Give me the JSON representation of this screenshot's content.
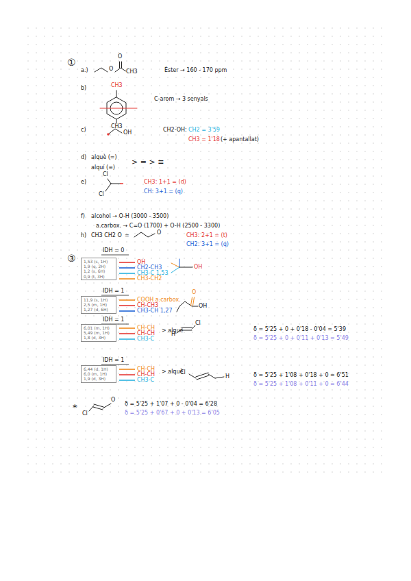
{
  "diagram": {
    "nodes": [
      {
        "text": [
          "1,53 (s, 1H)",
          "1,9 (q, 2H)",
          "1,2 (s, 6H)",
          "0,9 (t, 3H)"
        ]
      },
      {
        "text": [
          "11,9 (s, 1H)",
          "2,5 (m, 1H)",
          "1,27 (d, 6H)"
        ]
      },
      {
        "text": [
          "6,01 (m, 1H)",
          "5,49 (m, 1H)",
          "1,8 (d, 3H)"
        ]
      },
      {
        "text": [
          "6,44 (d, 1H)",
          "6,0 (m, 1H)",
          "1,9 (d, 3H)"
        ]
      }
    ],
    "labels": [
      "①",
      "a.)",
      "O",
      "O",
      "CH3",
      "Èster → 160 - 170 ppm",
      "b)",
      "CH3",
      "CH3",
      "C-arom → 3 senyals",
      "c)",
      "OH",
      "CH2-OH:",
      "CH2 = 3'59",
      "CH3 = 1'18",
      "(+ apantallat)",
      "d)",
      "alquè (=)",
      "alquí (≡)",
      "> = > ≡",
      "e)",
      "Cl",
      "Cl",
      "CH3: 1+1 = (d)",
      "CH: 3+1 = (q)",
      "f)",
      "alcohol → O-H (3000 - 3500)",
      "a.carbox. → C=O (1700) + O-H (2500 - 3300)",
      "h)",
      "CH3 CH2 O",
      "=",
      "O",
      "CH3: 2+1 = (t)",
      "CH2: 3+1 = (q)",
      "③",
      "IDH = 0",
      "OH",
      "CH2-CH3",
      "CH3-C 1,53",
      "CH3-CH2",
      "OH",
      "IDH = 1",
      "COOH a.carbox.",
      "CH-CH3",
      "CH3-CH 1,27",
      "O",
      "OH",
      "IDH = 1",
      "CH-CH",
      "CH-CH",
      "> alquè",
      "CH3-C",
      "H",
      "Cl",
      "δ = 5'25 + 0 + 0'18 - 0'04 = 5'39",
      "δ = 5'25 + 0 + 0'11 + 0'13 = 5'49",
      "IDH = 1",
      "CH-CH",
      "CH-CH",
      "> alquè",
      "CH3-C",
      "Cl",
      "H",
      "δ = 5'25 + 1'08 + 0'18 + 0 = 6'51",
      "δ = 5'25 + 1'08 + 0'11 + 0 = 6'44",
      "*",
      "Cl",
      "O",
      "δ = 5'25 + 1'07 + 0 - 0'04 = 6'28",
      "δ = 5'25 + 0'67 + 0 + 0'13 = 6'05"
    ]
  }
}
